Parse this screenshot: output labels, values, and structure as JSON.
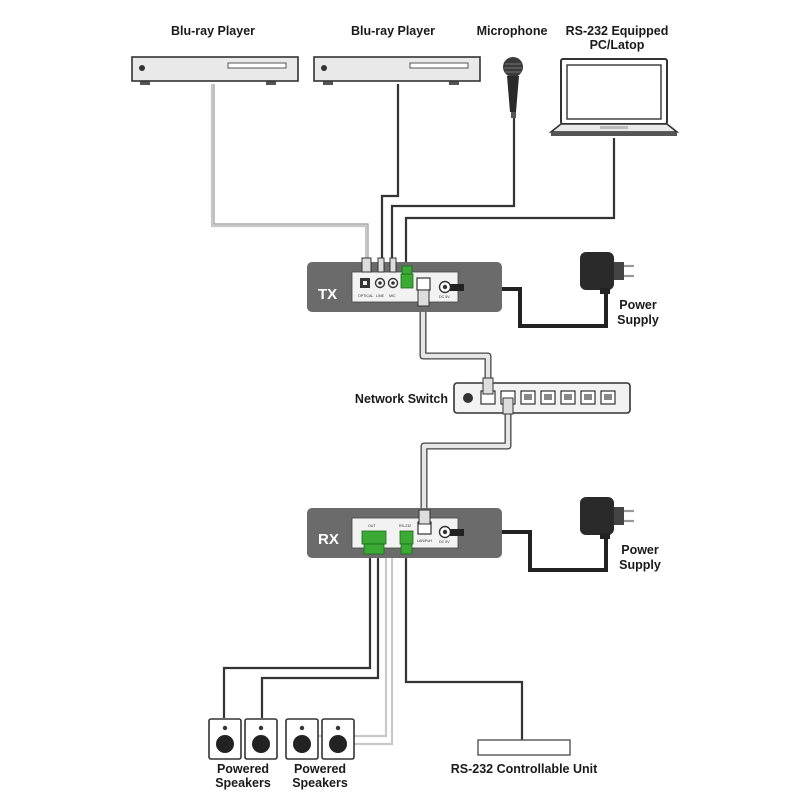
{
  "labels": {
    "bluray_1": "Blu-ray Player",
    "bluray_2": "Blu-ray Player",
    "microphone": "Microphone",
    "pc_line1": "RS-232 Equipped",
    "pc_line2": "PC/Latop",
    "tx": "TX",
    "rx": "RX",
    "power_supply_tx_line1": "Power",
    "power_supply_tx_line2": "Supply",
    "power_supply_rx_line1": "Power",
    "power_supply_rx_line2": "Supply",
    "network_switch": "Network Switch",
    "speakers_1_line1": "Powered",
    "speakers_1_line2": "Speakers",
    "speakers_2_line1": "Powered",
    "speakers_2_line2": "Speakers",
    "rs232_unit": "RS-232 Controllable Unit"
  },
  "port_labels": {
    "optical": "OPTICAL",
    "line": "LINE",
    "mic": "MIC",
    "dc": "DC 5V",
    "rs232": "RS-232",
    "out": "OUT",
    "lan": "LAN/PoH"
  },
  "colors": {
    "unit_body": "#6b6b6b",
    "device_body": "#e9e9e9",
    "cable_dark": "#333333",
    "cable_light": "#c8c8c8",
    "connector_green": "#3aaa35"
  }
}
